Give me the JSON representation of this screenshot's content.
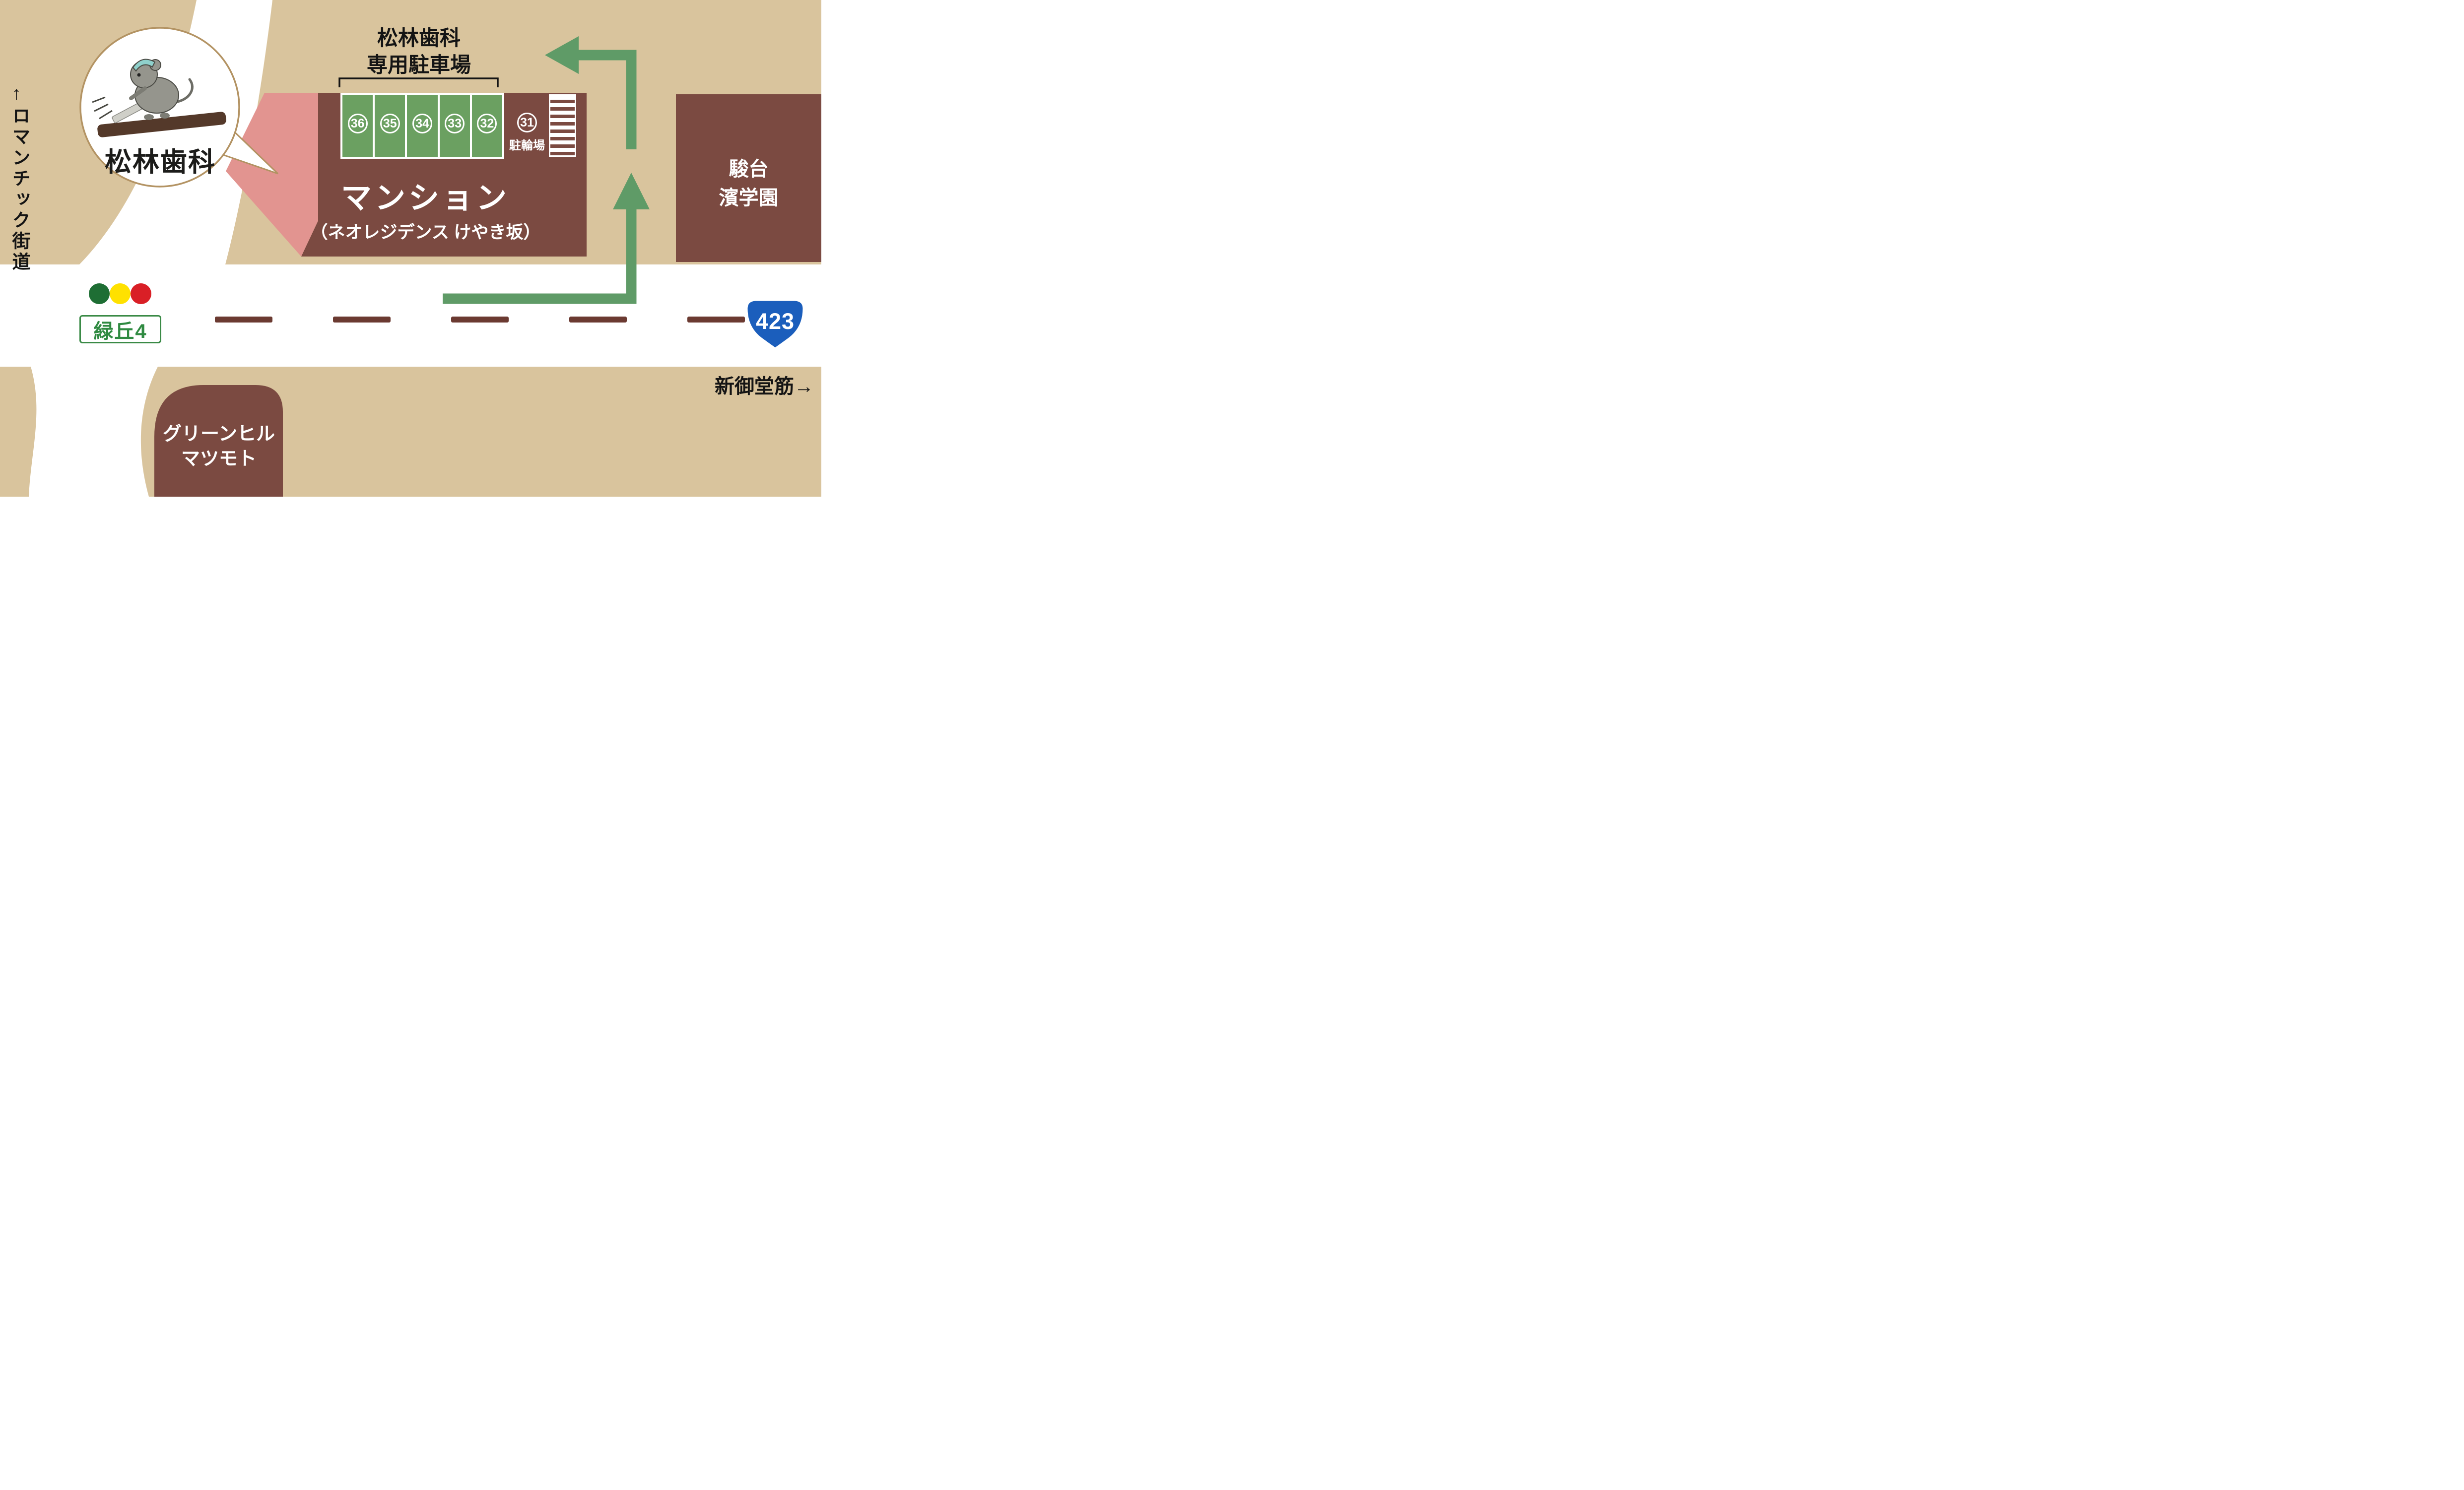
{
  "colors": {
    "background_tan": "#d9c49d",
    "road_white": "#ffffff",
    "building_maroon": "#7b4a41",
    "clinic_pink": "#e29490",
    "stall_green": "#6ba061",
    "arrow_green": "#5f9b67",
    "center_dash": "#6b3a31",
    "signal_green": "#1e6e34",
    "signal_yellow": "#ffe100",
    "signal_red": "#d91f26",
    "intersection_green": "#3a8a46",
    "route_shield_blue": "#1b5ebc",
    "bubble_border": "#b39363"
  },
  "bubble": {
    "clinic_name": "松林歯科"
  },
  "left_street": {
    "label": "←ロマンチック街道"
  },
  "parking": {
    "title_line1": "松林歯科",
    "title_line2": "専用駐車場",
    "stalls": [
      "36",
      "35",
      "34",
      "33",
      "32"
    ],
    "bike": {
      "number": "31",
      "label": "駐輪場"
    }
  },
  "mansion": {
    "name": "マンション",
    "subname": "（ネオレジデンス けやき坂）"
  },
  "school": {
    "line1": "駿台",
    "line2": "濱学園"
  },
  "intersection": {
    "label": "緑丘4"
  },
  "route": {
    "number": "423"
  },
  "street": {
    "label": "新御堂筋→"
  },
  "greenhill": {
    "line1": "グリーンヒル",
    "line2": "マツモト"
  }
}
